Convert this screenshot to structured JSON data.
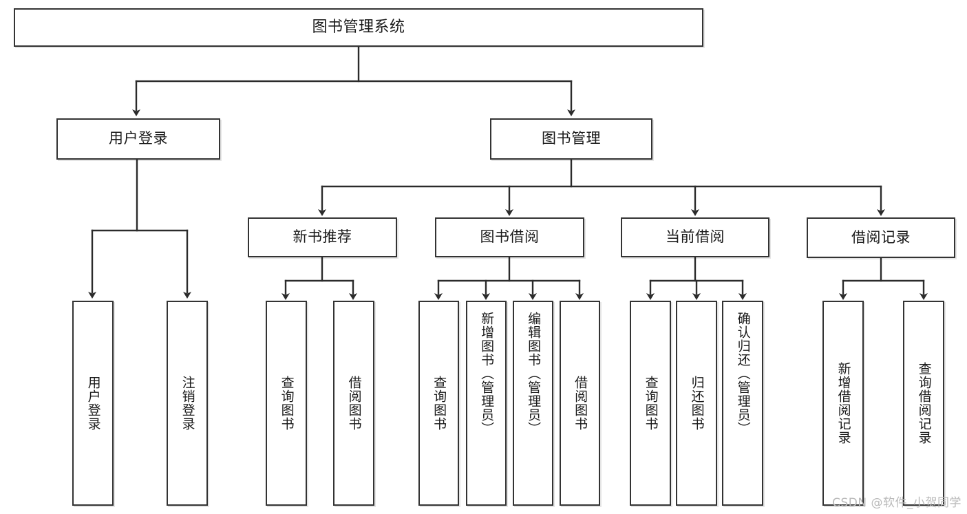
{
  "diagram": {
    "title": "图书管理系统",
    "watermark": "CSDN @软件_小贺同学",
    "colors": {
      "border": "#333333",
      "background": "#ffffff",
      "text": "#1a1a1a",
      "watermark": "#b9b9b9"
    },
    "nodes": {
      "root": "图书管理系统",
      "user_login": "用户登录",
      "book_manage": "图书管理",
      "new_book_recommend": "新书推荐",
      "book_borrow": "图书借阅",
      "current_borrow": "当前借阅",
      "borrow_record": "借阅记录",
      "leaf_user_login": "用户登录",
      "leaf_logout_login": "注销登录",
      "leaf_query_book_1": "查询图书",
      "leaf_borrow_book_1": "借阅图书",
      "leaf_query_book_2": "查询图书",
      "leaf_add_book_admin": "新增图书（管理员）",
      "leaf_edit_book_admin": "编辑图书（管理员）",
      "leaf_borrow_book_2": "借阅图书",
      "leaf_query_book_3": "查询图书",
      "leaf_return_book": "归还图书",
      "leaf_confirm_return_admin": "确认归还（管理员）",
      "leaf_add_borrow_record": "新增借阅记录",
      "leaf_query_borrow_record": "查询借阅记录"
    }
  }
}
